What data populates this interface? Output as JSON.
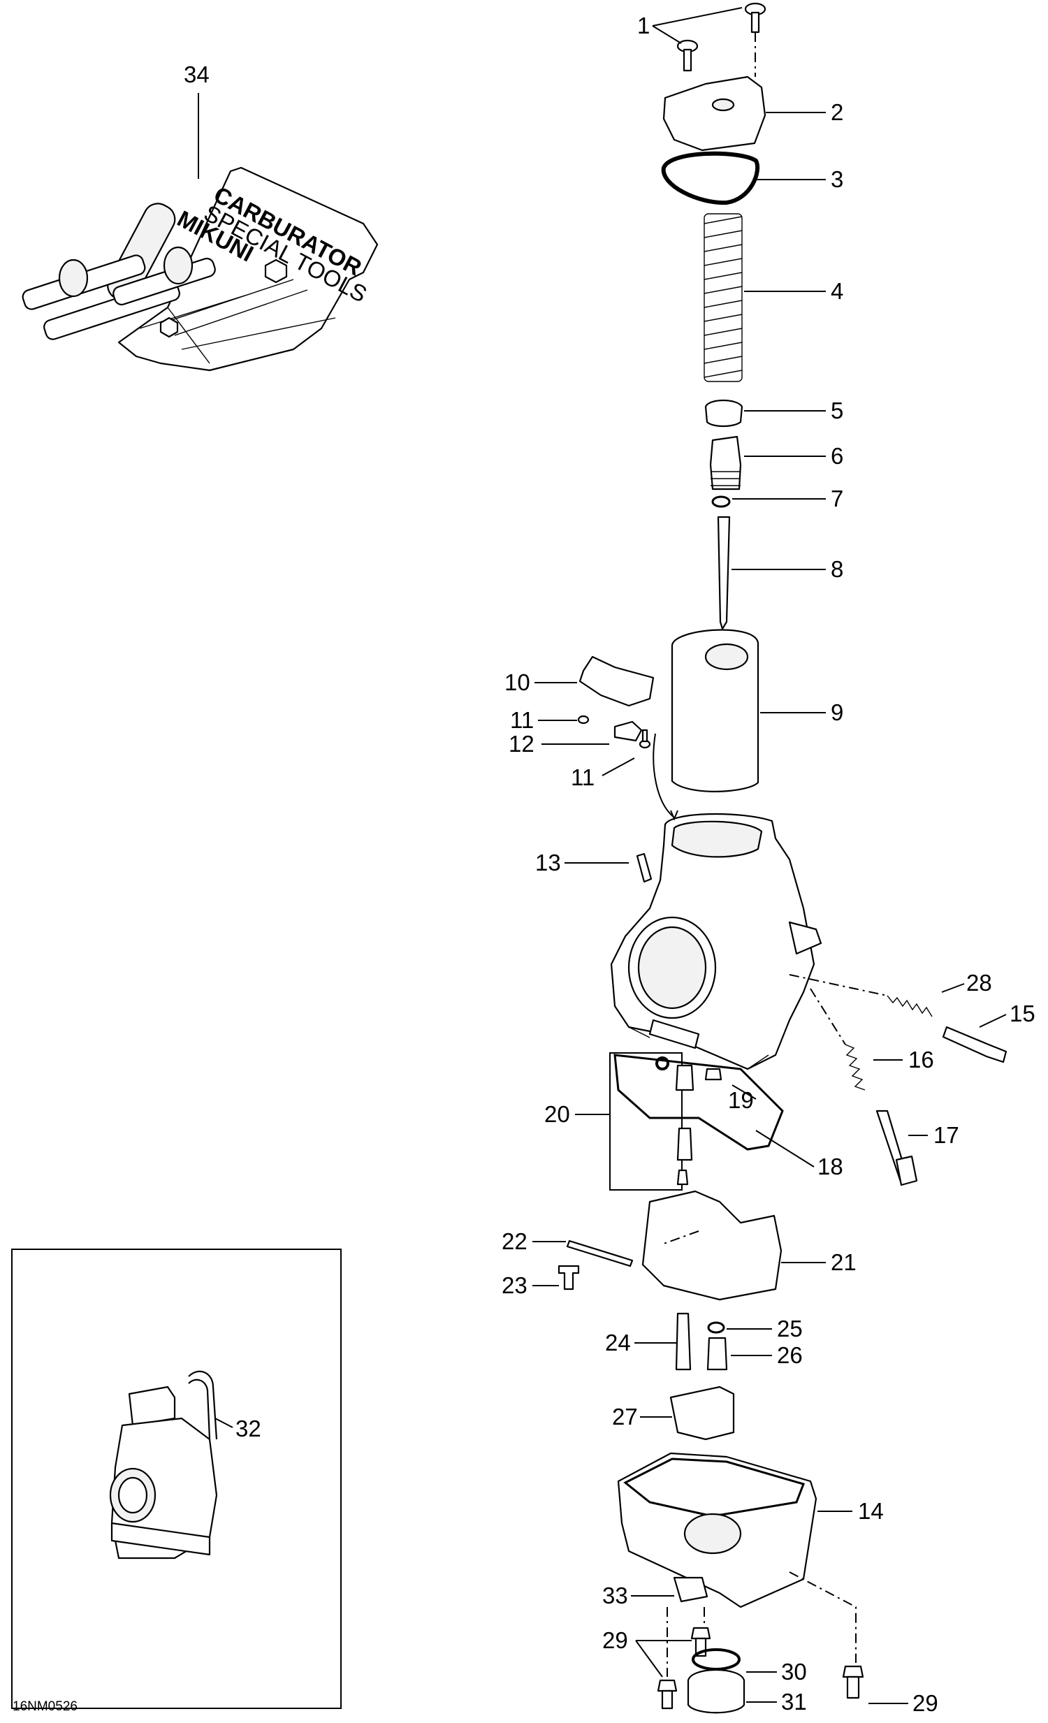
{
  "diagram_code": "16NM0526",
  "tool_kit": {
    "brand": "MIKUNI",
    "product": "CARBURATOR",
    "subtitle": "SPECIAL TOOLS"
  },
  "callouts": [
    {
      "id": "c1",
      "label": "1"
    },
    {
      "id": "c2",
      "label": "2"
    },
    {
      "id": "c3",
      "label": "3"
    },
    {
      "id": "c4",
      "label": "4"
    },
    {
      "id": "c5",
      "label": "5"
    },
    {
      "id": "c6",
      "label": "6"
    },
    {
      "id": "c7",
      "label": "7"
    },
    {
      "id": "c8",
      "label": "8"
    },
    {
      "id": "c9",
      "label": "9"
    },
    {
      "id": "c10",
      "label": "10"
    },
    {
      "id": "c11a",
      "label": "11"
    },
    {
      "id": "c12",
      "label": "12"
    },
    {
      "id": "c11b",
      "label": "11"
    },
    {
      "id": "c13",
      "label": "13"
    },
    {
      "id": "c28",
      "label": "28"
    },
    {
      "id": "c15",
      "label": "15"
    },
    {
      "id": "c16",
      "label": "16"
    },
    {
      "id": "c17",
      "label": "17"
    },
    {
      "id": "c19",
      "label": "19"
    },
    {
      "id": "c20",
      "label": "20"
    },
    {
      "id": "c18",
      "label": "18"
    },
    {
      "id": "c22",
      "label": "22"
    },
    {
      "id": "c21",
      "label": "21"
    },
    {
      "id": "c23",
      "label": "23"
    },
    {
      "id": "c25",
      "label": "25"
    },
    {
      "id": "c24",
      "label": "24"
    },
    {
      "id": "c26",
      "label": "26"
    },
    {
      "id": "c27",
      "label": "27"
    },
    {
      "id": "c32",
      "label": "32"
    },
    {
      "id": "c14",
      "label": "14"
    },
    {
      "id": "c33",
      "label": "33"
    },
    {
      "id": "c29a",
      "label": "29"
    },
    {
      "id": "c30",
      "label": "30"
    },
    {
      "id": "c31",
      "label": "31"
    },
    {
      "id": "c29b",
      "label": "29"
    },
    {
      "id": "c34",
      "label": "34"
    }
  ]
}
